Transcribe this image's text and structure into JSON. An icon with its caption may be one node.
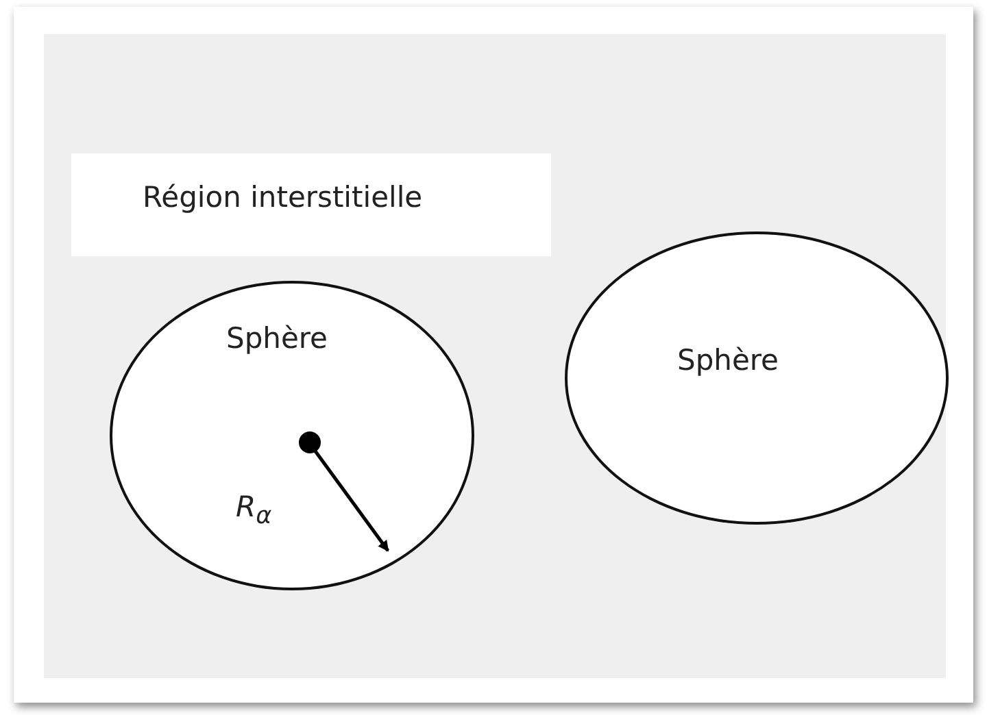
{
  "diagram": {
    "nodes": [
      {
        "text": [
          "Région interstitielle"
        ]
      },
      {
        "text": [
          "Sphère"
        ]
      },
      {
        "text": [
          "Sphère"
        ]
      }
    ],
    "labels": [
      "R$_{α}$"
    ]
  }
}
